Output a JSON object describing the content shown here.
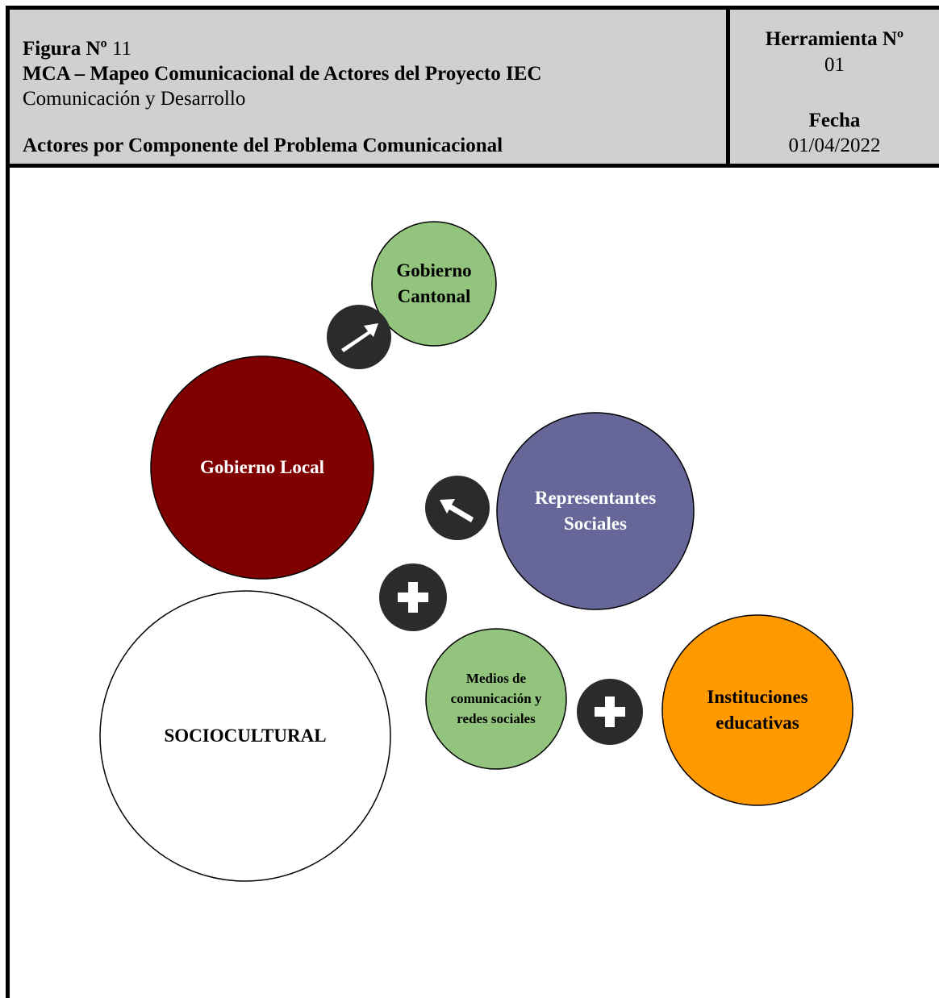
{
  "header": {
    "figure_label": "Figura Nº",
    "figure_number": "11",
    "title": "MCA – Mapeo Comunicacional de Actores del Proyecto IEC",
    "subtitle": "Comunicación y Desarrollo",
    "section": "Actores por Componente del Problema Comunicacional",
    "tool_label": "Herramienta Nº",
    "tool_number": "01",
    "date_label": "Fecha",
    "date": "01/04/2022"
  },
  "nodes": {
    "gobierno_cantonal": {
      "line1": "Gobierno",
      "line2": "Cantonal",
      "color": "#93c47d"
    },
    "gobierno_local": {
      "label": "Gobierno Local",
      "color": "#800000"
    },
    "representantes": {
      "line1": "Representantes",
      "line2": "Sociales",
      "color": "#666699"
    },
    "sociocultural": {
      "label": "SOCIOCULTURAL",
      "color": "#ffffff"
    },
    "medios": {
      "line1": "Medios de",
      "line2": "comunicación y",
      "line3": "redes sociales",
      "color": "#93c47d"
    },
    "instituciones": {
      "line1": "Instituciones",
      "line2": "educativas",
      "color": "#ff9900"
    }
  },
  "connectors": {
    "arrow_up_right": "arrow-up-right-icon",
    "arrow_up_left": "arrow-up-left-icon",
    "plus_center": "plus-icon",
    "plus_right": "plus-icon",
    "color": "#2b2b2b"
  }
}
